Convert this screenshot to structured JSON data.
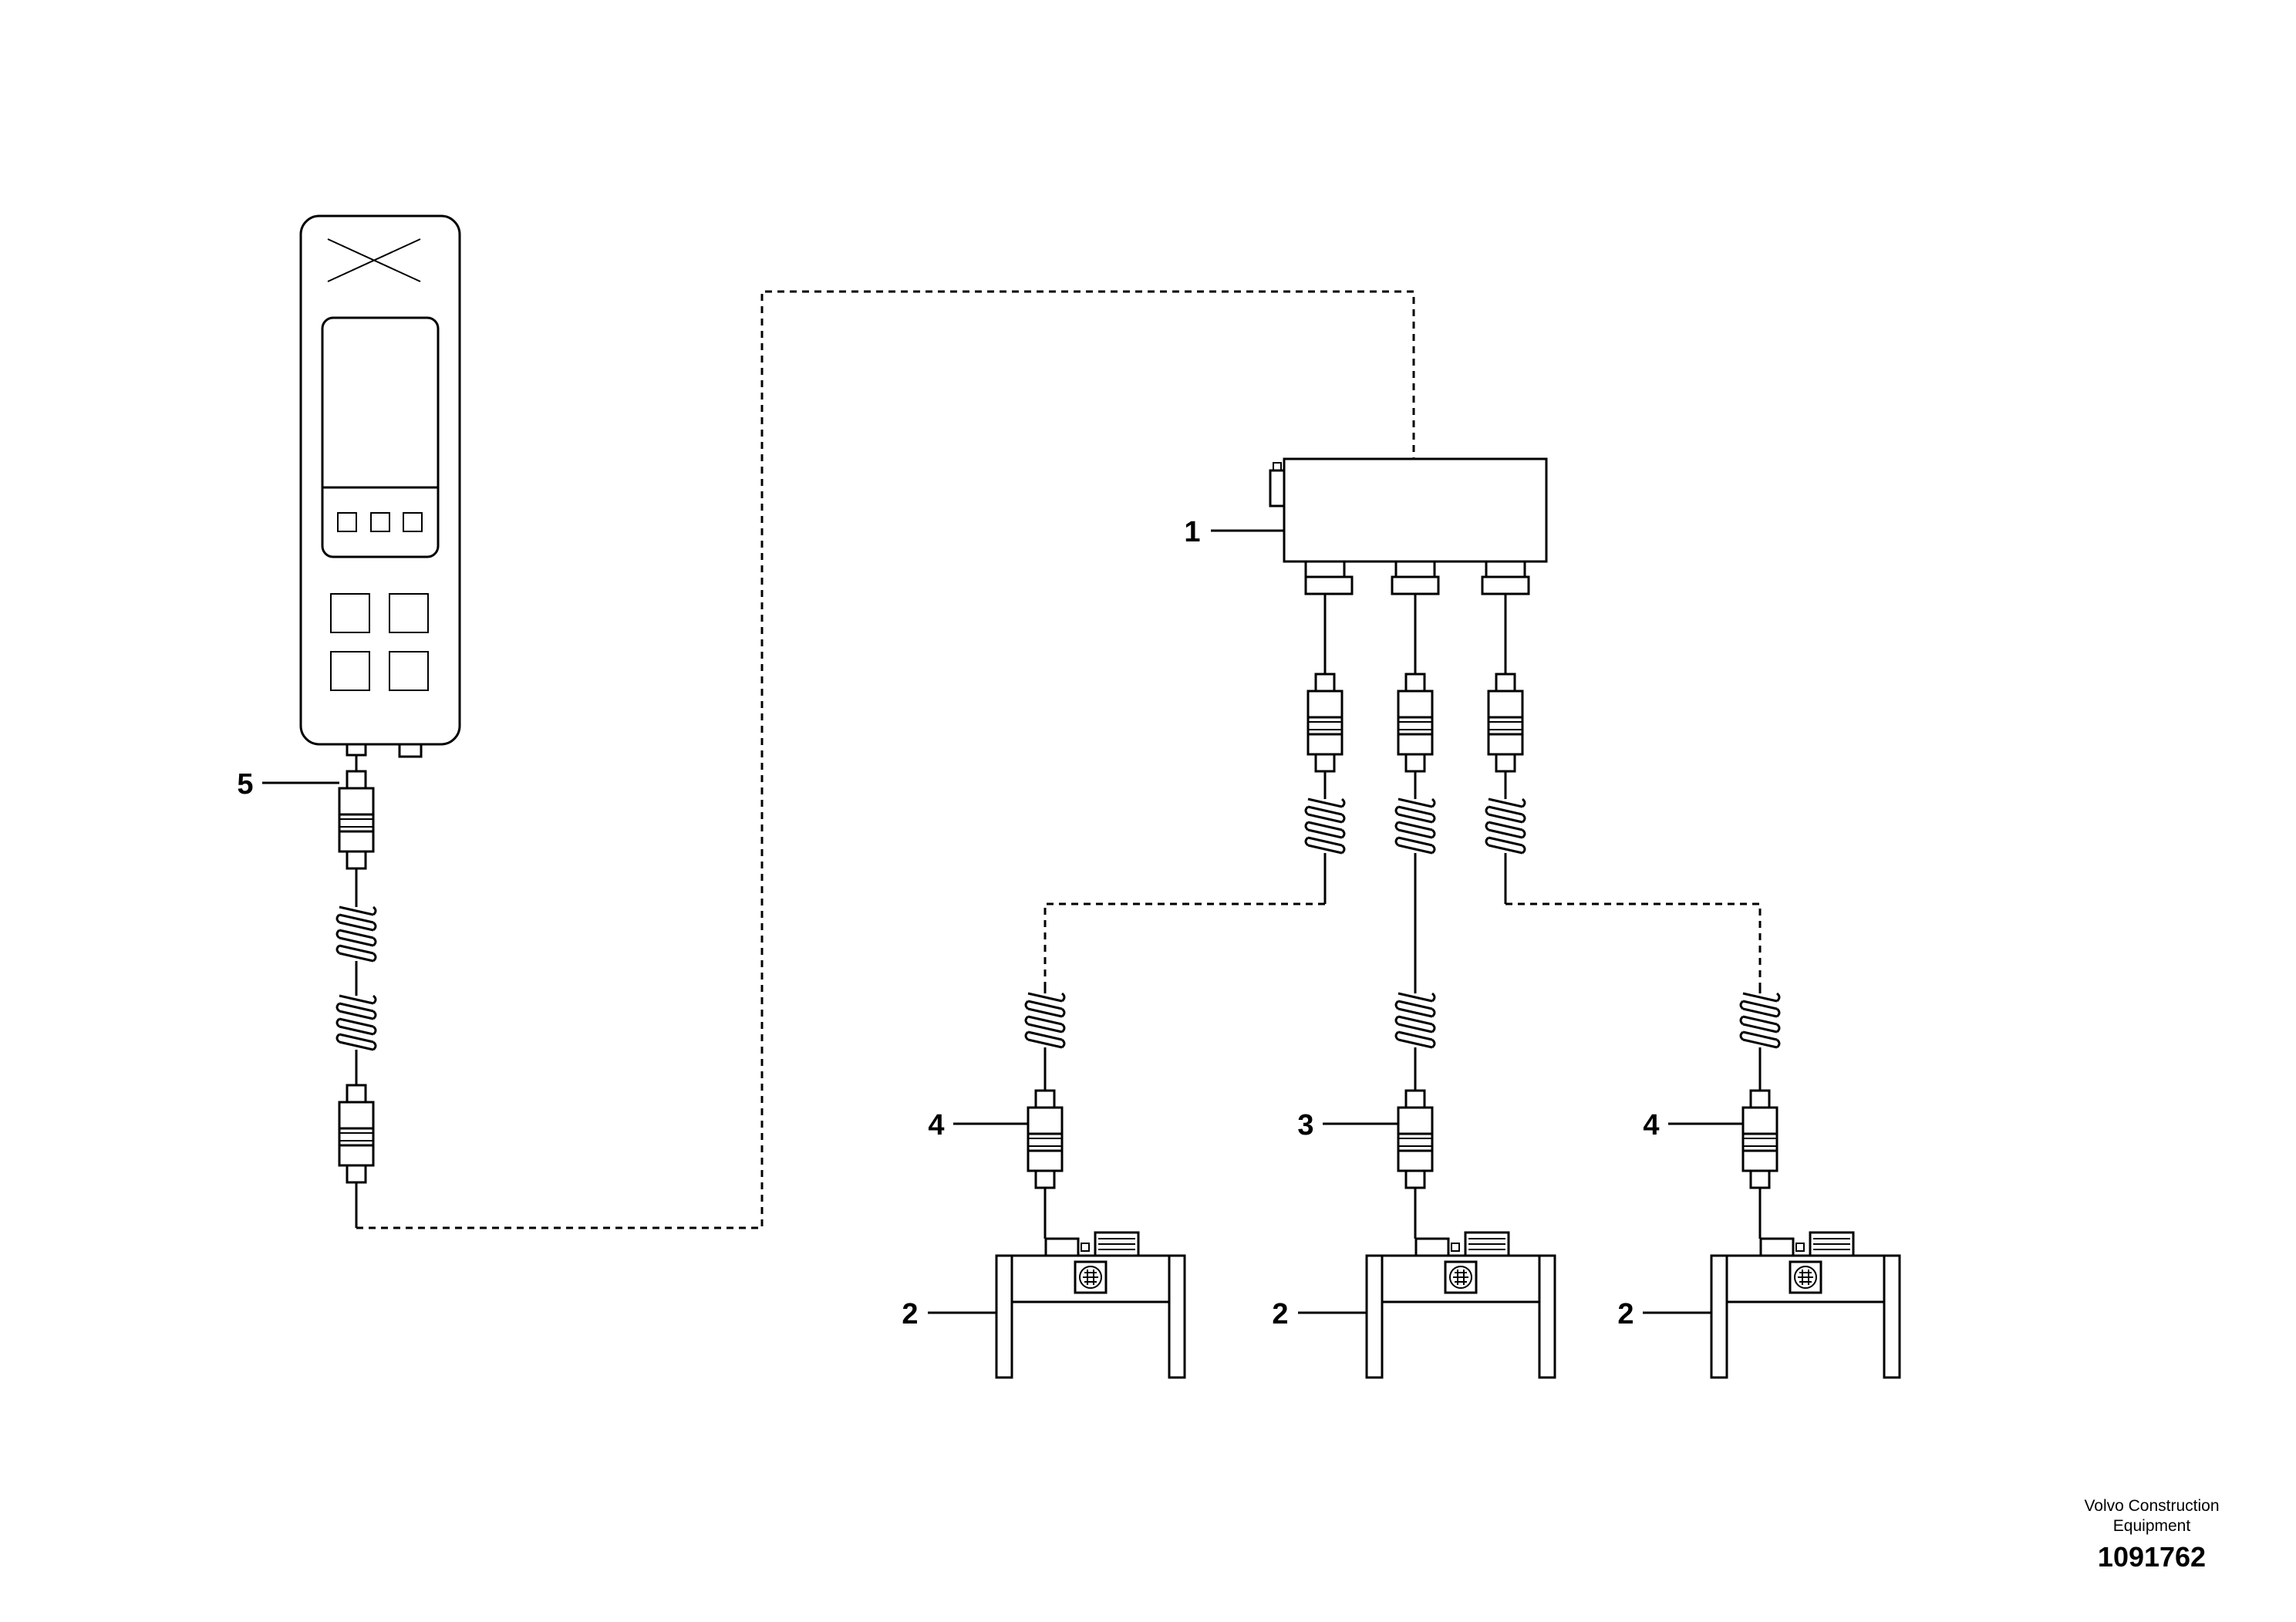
{
  "callouts": {
    "c1": "1",
    "c2a": "2",
    "c2b": "2",
    "c2c": "2",
    "c3": "3",
    "c4a": "4",
    "c4b": "4",
    "c5": "5"
  },
  "credit": {
    "company_line1": "Volvo Construction",
    "company_line2": "Equipment",
    "drawing_number": "1091762"
  },
  "colors": {
    "line": "#000000",
    "background": "#ffffff"
  }
}
